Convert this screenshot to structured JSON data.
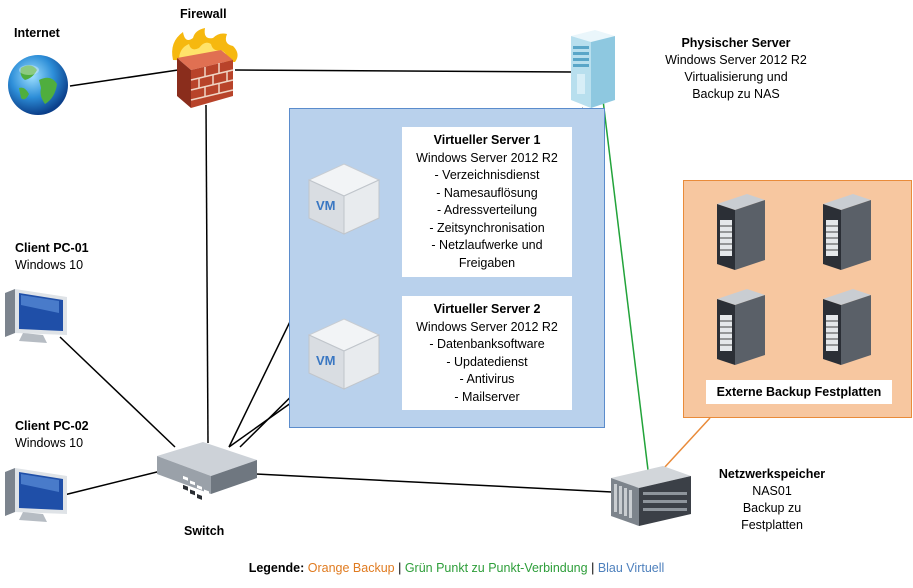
{
  "nodes": {
    "internet": {
      "label": "Internet"
    },
    "firewall": {
      "label": "Firewall"
    },
    "physical_server": {
      "title": "Physischer Server",
      "lines": [
        "Windows Server 2012 R2",
        "Virtualisierung und",
        "Backup zu NAS"
      ]
    },
    "client1": {
      "title": "Client PC-01",
      "os": "Windows 10"
    },
    "client2": {
      "title": "Client PC-02",
      "os": "Windows 10"
    },
    "switch": {
      "label": "Switch"
    },
    "nas": {
      "title": "Netzwerkspeicher",
      "lines": [
        "NAS01",
        "Backup zu",
        "Festplatten"
      ]
    },
    "vm_badge": "VM"
  },
  "virtual_servers": [
    {
      "title": "Virtueller Server 1",
      "lines": [
        "Windows Server 2012 R2",
        "- Verzeichnisdienst",
        "- Namesauflösung",
        "- Adressverteilung",
        "- Zeitsynchronisation",
        "- Netzlaufwerke und",
        "Freigaben"
      ]
    },
    {
      "title": "Virtueller Server 2",
      "lines": [
        "Windows Server 2012 R2",
        "- Datenbanksoftware",
        "- Updatedienst",
        "- Antivirus",
        "- Mailserver"
      ]
    }
  ],
  "backup": {
    "label": "Externe Backup Festplatten"
  },
  "legend": {
    "prefix": "Legende:",
    "items": [
      {
        "text": "Orange Backup",
        "color": "#e07b20"
      },
      {
        "text": "Grün Punkt zu Punkt-Verbindung",
        "color": "#2e9e3a"
      },
      {
        "text": "Blau Virtuell",
        "color": "#4f81bd"
      }
    ],
    "separator": "|"
  },
  "colors": {
    "orange": "#e98b3a",
    "green": "#22a33a",
    "blue": "#5b8ccc",
    "line": "#000000"
  },
  "icons": [
    "globe-icon",
    "firewall-icon",
    "tower-server-icon",
    "monitor-icon",
    "switch-icon",
    "nas-icon",
    "vm-cube-icon",
    "hard-drive-icon"
  ]
}
